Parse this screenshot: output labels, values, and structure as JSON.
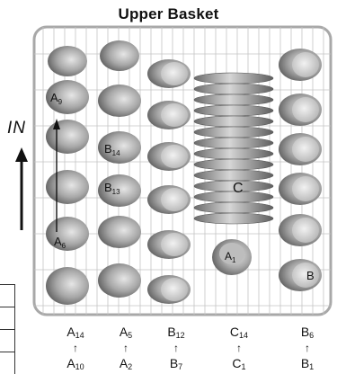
{
  "title": "Upper Basket",
  "direction_label": "IN",
  "callouts": {
    "a9": {
      "base": "A",
      "sub": "9"
    },
    "a6": {
      "base": "A",
      "sub": "6"
    },
    "b14": {
      "base": "B",
      "sub": "14"
    },
    "b13": {
      "base": "B",
      "sub": "13"
    },
    "c": {
      "base": "C",
      "sub": ""
    },
    "a1": {
      "base": "A",
      "sub": "1"
    },
    "b": {
      "base": "B",
      "sub": ""
    }
  },
  "columns": [
    {
      "top": {
        "base": "A",
        "sub": "14"
      },
      "bottom": {
        "base": "A",
        "sub": "10"
      }
    },
    {
      "top": {
        "base": "A",
        "sub": "5"
      },
      "bottom": {
        "base": "A",
        "sub": "2"
      }
    },
    {
      "top": {
        "base": "B",
        "sub": "12"
      },
      "bottom": {
        "base": "B",
        "sub": "7"
      }
    },
    {
      "top": {
        "base": "C",
        "sub": "14"
      },
      "bottom": {
        "base": "C",
        "sub": "1"
      }
    },
    {
      "top": {
        "base": "B",
        "sub": "6"
      },
      "bottom": {
        "base": "B",
        "sub": "1"
      }
    }
  ],
  "colors": {
    "cup_dark": "#5a5a5a",
    "cup_light": "#cfcfcf",
    "wire": "#9a9a9a",
    "rack": "#b5b5b5"
  }
}
